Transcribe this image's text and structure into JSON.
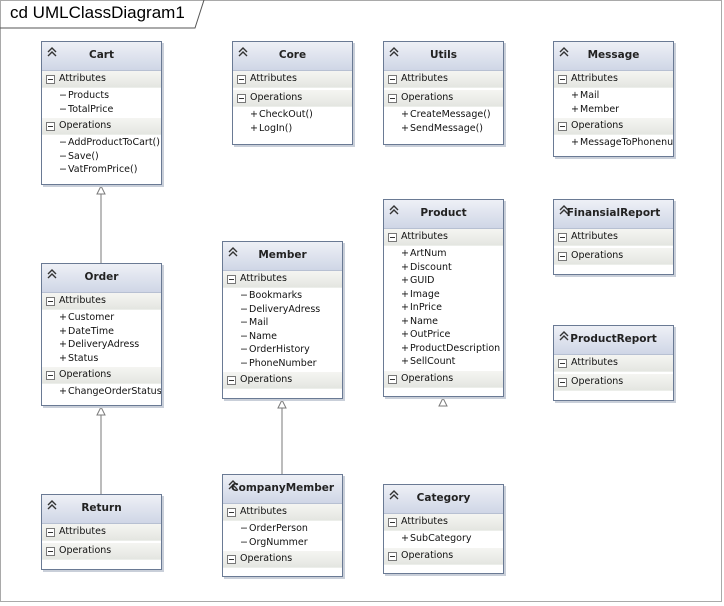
{
  "diagram": {
    "title": "cd UMLClassDiagram1"
  },
  "colors": {
    "header": "#cfd6e6",
    "border": "#6a7a94",
    "connector": "#7a7a7a"
  },
  "section_labels": {
    "attributes": "Attributes",
    "operations": "Operations"
  },
  "classes": {
    "cart": {
      "name": "Cart",
      "attributes": [
        {
          "v": "−",
          "t": "Products"
        },
        {
          "v": "−",
          "t": "TotalPrice"
        }
      ],
      "operations": [
        {
          "v": "−",
          "t": "AddProductToCart()"
        },
        {
          "v": "−",
          "t": "Save()"
        },
        {
          "v": "−",
          "t": "VatFromPrice()"
        }
      ]
    },
    "core": {
      "name": "Core",
      "attributes": [],
      "operations": [
        {
          "v": "+",
          "t": "CheckOut()"
        },
        {
          "v": "+",
          "t": "LogIn()"
        }
      ]
    },
    "utils": {
      "name": "Utils",
      "attributes": [],
      "operations": [
        {
          "v": "+",
          "t": "CreateMessage()"
        },
        {
          "v": "+",
          "t": "SendMessage()"
        }
      ]
    },
    "message": {
      "name": "Message",
      "attributes": [
        {
          "v": "+",
          "t": "Mail"
        },
        {
          "v": "+",
          "t": "Member"
        }
      ],
      "operations": [
        {
          "v": "+",
          "t": "MessageToPhonenu..."
        }
      ]
    },
    "product": {
      "name": "Product",
      "attributes": [
        {
          "v": "+",
          "t": "ArtNum"
        },
        {
          "v": "+",
          "t": "Discount"
        },
        {
          "v": "+",
          "t": "GUID"
        },
        {
          "v": "+",
          "t": "Image"
        },
        {
          "v": "+",
          "t": "InPrice"
        },
        {
          "v": "+",
          "t": "Name"
        },
        {
          "v": "+",
          "t": "OutPrice"
        },
        {
          "v": "+",
          "t": "ProductDescription"
        },
        {
          "v": "+",
          "t": "SellCount"
        }
      ],
      "operations": []
    },
    "financialReport": {
      "name": "FinansialReport",
      "attributes": [],
      "operations": []
    },
    "order": {
      "name": "Order",
      "attributes": [
        {
          "v": "+",
          "t": "Customer"
        },
        {
          "v": "+",
          "t": "DateTime"
        },
        {
          "v": "+",
          "t": "DeliveryAdress"
        },
        {
          "v": "+",
          "t": "Status"
        }
      ],
      "operations": [
        {
          "v": "+",
          "t": "ChangeOrderStatus()"
        }
      ]
    },
    "member": {
      "name": "Member",
      "attributes": [
        {
          "v": "−",
          "t": "Bookmarks"
        },
        {
          "v": "−",
          "t": "DeliveryAdress"
        },
        {
          "v": "−",
          "t": "Mail"
        },
        {
          "v": "−",
          "t": "Name"
        },
        {
          "v": "−",
          "t": "OrderHistory"
        },
        {
          "v": "−",
          "t": "PhoneNumber"
        }
      ],
      "operations": []
    },
    "productReport": {
      "name": "ProductReport",
      "attributes": [],
      "operations": []
    },
    "return": {
      "name": "Return",
      "attributes": [],
      "operations": []
    },
    "companyMember": {
      "name": "CompanyMember",
      "attributes": [
        {
          "v": "−",
          "t": "OrderPerson"
        },
        {
          "v": "−",
          "t": "OrgNummer"
        }
      ],
      "operations": []
    },
    "category": {
      "name": "Category",
      "attributes": [
        {
          "v": "+",
          "t": "SubCategory"
        }
      ],
      "operations": []
    }
  }
}
